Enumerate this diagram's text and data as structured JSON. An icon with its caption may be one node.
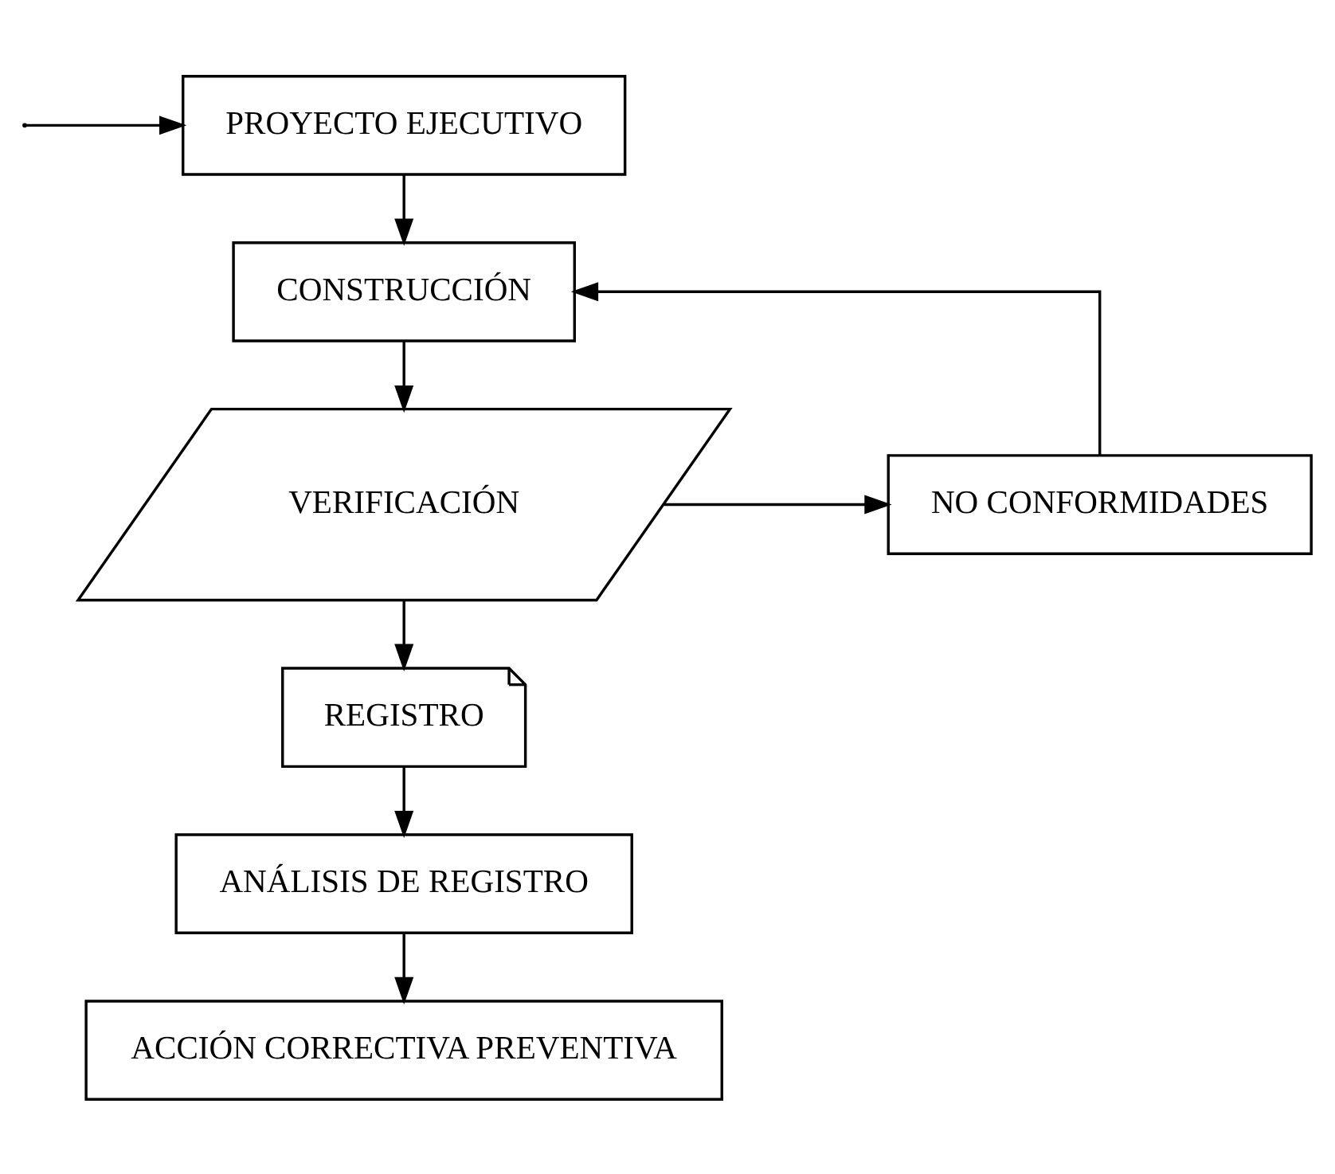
{
  "diagram": {
    "nodes": [
      {
        "text": [
          "PROYECTO EJECUTIVO"
        ]
      },
      {
        "text": [
          "CONSTRUCCIÓN"
        ]
      },
      {
        "text": [
          "NO CONFORMIDADES"
        ]
      },
      {
        "text": [
          "VERIFICACIÓN"
        ]
      },
      {
        "text": [
          "REGISTRO"
        ]
      },
      {
        "text": [
          "ANÁLISIS DE REGISTRO"
        ]
      },
      {
        "text": [
          "ACCIÓN CORRECTIVA PREVENTIVA"
        ]
      }
    ],
    "edges": [
      {
        "from": null,
        "to": 0,
        "arrow": "to"
      },
      {
        "from": 0,
        "to": 1,
        "arrow": "to"
      },
      {
        "from": 1,
        "to": 3,
        "arrow": "to"
      },
      {
        "from": 3,
        "to": 2,
        "arrow": "to"
      },
      {
        "from": 2,
        "to": 1,
        "arrow": "to"
      },
      {
        "from": 3,
        "to": 4,
        "arrow": "to"
      },
      {
        "from": 4,
        "to": 5,
        "arrow": "to"
      },
      {
        "from": 5,
        "to": 6,
        "arrow": "to"
      }
    ]
  }
}
